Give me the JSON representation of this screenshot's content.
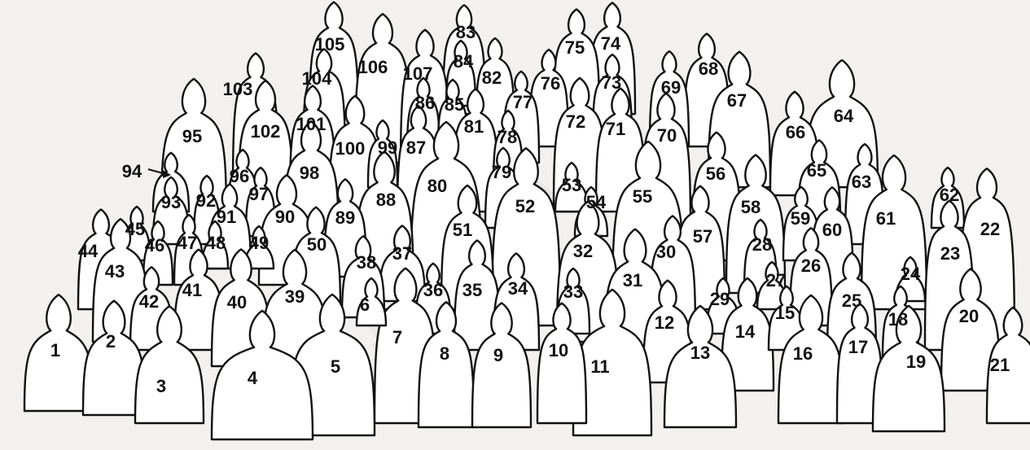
{
  "diagram": {
    "figures": [
      {
        "id": "1",
        "label": "1"
      },
      {
        "id": "2",
        "label": "2"
      },
      {
        "id": "3",
        "label": "3"
      },
      {
        "id": "4",
        "label": "4"
      },
      {
        "id": "5",
        "label": "5"
      },
      {
        "id": "6",
        "label": "6"
      },
      {
        "id": "7",
        "label": "7"
      },
      {
        "id": "8",
        "label": "8"
      },
      {
        "id": "9",
        "label": "9"
      },
      {
        "id": "10",
        "label": "10"
      },
      {
        "id": "11",
        "label": "11"
      },
      {
        "id": "12",
        "label": "12"
      },
      {
        "id": "13",
        "label": "13"
      },
      {
        "id": "14",
        "label": "14"
      },
      {
        "id": "15",
        "label": "15"
      },
      {
        "id": "16",
        "label": "16"
      },
      {
        "id": "17",
        "label": "17"
      },
      {
        "id": "18",
        "label": "18"
      },
      {
        "id": "19",
        "label": "19"
      },
      {
        "id": "20",
        "label": "20"
      },
      {
        "id": "21",
        "label": "21"
      },
      {
        "id": "22",
        "label": "22"
      },
      {
        "id": "23",
        "label": "23"
      },
      {
        "id": "24",
        "label": "24"
      },
      {
        "id": "25",
        "label": "25"
      },
      {
        "id": "26",
        "label": "26"
      },
      {
        "id": "27",
        "label": "27"
      },
      {
        "id": "28",
        "label": "28"
      },
      {
        "id": "29",
        "label": "29"
      },
      {
        "id": "30",
        "label": "30"
      },
      {
        "id": "31",
        "label": "31"
      },
      {
        "id": "32",
        "label": "32"
      },
      {
        "id": "33",
        "label": "33"
      },
      {
        "id": "34",
        "label": "34"
      },
      {
        "id": "35",
        "label": "35"
      },
      {
        "id": "36",
        "label": "36"
      },
      {
        "id": "37",
        "label": "37"
      },
      {
        "id": "38",
        "label": "38"
      },
      {
        "id": "39",
        "label": "39"
      },
      {
        "id": "40",
        "label": "40"
      },
      {
        "id": "41",
        "label": "41"
      },
      {
        "id": "42",
        "label": "42"
      },
      {
        "id": "43",
        "label": "43"
      },
      {
        "id": "44",
        "label": "44"
      },
      {
        "id": "45",
        "label": "45"
      },
      {
        "id": "46",
        "label": "46"
      },
      {
        "id": "47",
        "label": "47"
      },
      {
        "id": "48",
        "label": "48"
      },
      {
        "id": "49",
        "label": "49"
      },
      {
        "id": "50",
        "label": "50"
      },
      {
        "id": "51",
        "label": "51"
      },
      {
        "id": "52",
        "label": "52"
      },
      {
        "id": "53",
        "label": "53"
      },
      {
        "id": "54",
        "label": "54"
      },
      {
        "id": "55",
        "label": "55"
      },
      {
        "id": "56",
        "label": "56"
      },
      {
        "id": "57",
        "label": "57"
      },
      {
        "id": "58",
        "label": "58"
      },
      {
        "id": "59",
        "label": "59"
      },
      {
        "id": "60",
        "label": "60"
      },
      {
        "id": "61",
        "label": "61"
      },
      {
        "id": "62",
        "label": "62"
      },
      {
        "id": "63",
        "label": "63"
      },
      {
        "id": "64",
        "label": "64"
      },
      {
        "id": "65",
        "label": "65"
      },
      {
        "id": "66",
        "label": "66"
      },
      {
        "id": "67",
        "label": "67"
      },
      {
        "id": "68",
        "label": "68"
      },
      {
        "id": "69",
        "label": "69"
      },
      {
        "id": "70",
        "label": "70"
      },
      {
        "id": "71",
        "label": "71"
      },
      {
        "id": "72",
        "label": "72"
      },
      {
        "id": "73",
        "label": "73"
      },
      {
        "id": "74",
        "label": "74"
      },
      {
        "id": "75",
        "label": "75"
      },
      {
        "id": "76",
        "label": "76"
      },
      {
        "id": "77",
        "label": "77"
      },
      {
        "id": "78",
        "label": "78"
      },
      {
        "id": "79",
        "label": "79"
      },
      {
        "id": "80",
        "label": "80"
      },
      {
        "id": "81",
        "label": "81"
      },
      {
        "id": "82",
        "label": "82"
      },
      {
        "id": "83",
        "label": "83"
      },
      {
        "id": "84",
        "label": "84"
      },
      {
        "id": "85",
        "label": "85"
      },
      {
        "id": "86",
        "label": "86"
      },
      {
        "id": "87",
        "label": "87"
      },
      {
        "id": "88",
        "label": "88"
      },
      {
        "id": "89",
        "label": "89"
      },
      {
        "id": "90",
        "label": "90"
      },
      {
        "id": "91",
        "label": "91"
      },
      {
        "id": "92",
        "label": "92"
      },
      {
        "id": "93",
        "label": "93"
      },
      {
        "id": "94",
        "label": "94"
      },
      {
        "id": "95",
        "label": "95"
      },
      {
        "id": "96",
        "label": "96"
      },
      {
        "id": "97",
        "label": "97"
      },
      {
        "id": "98",
        "label": "98"
      },
      {
        "id": "99",
        "label": "99"
      },
      {
        "id": "100",
        "label": "100"
      },
      {
        "id": "101",
        "label": "101"
      },
      {
        "id": "102",
        "label": "102"
      },
      {
        "id": "103",
        "label": "103"
      },
      {
        "id": "104",
        "label": "104"
      },
      {
        "id": "105",
        "label": "105"
      },
      {
        "id": "106",
        "label": "106"
      },
      {
        "id": "107",
        "label": "107"
      }
    ],
    "colors": {
      "background": "#f2f1ef",
      "outline": "#111111",
      "fill": "#ffffff",
      "watermark": "#d9d8d6"
    }
  }
}
